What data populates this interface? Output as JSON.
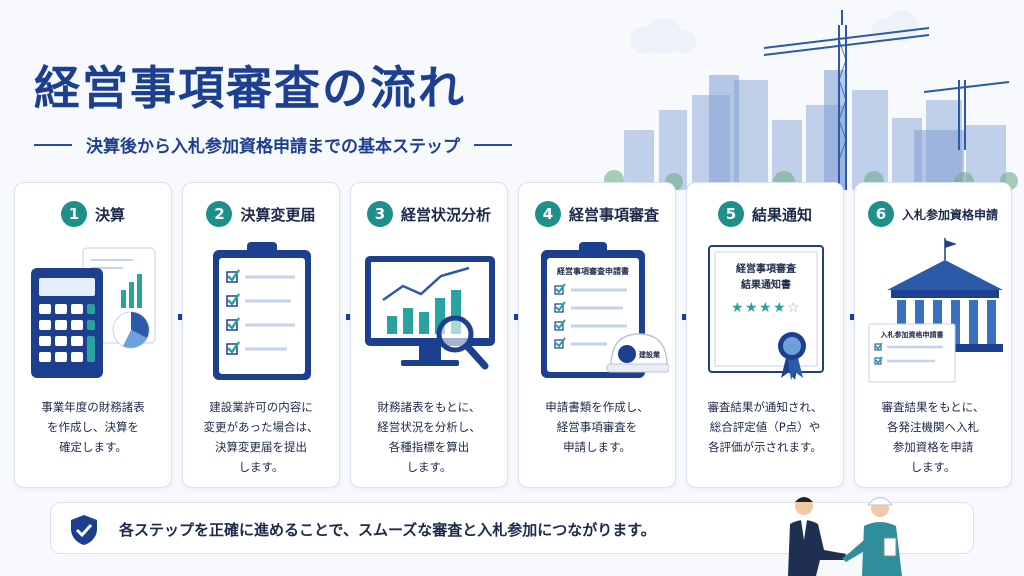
{
  "header": {
    "title": "経営事項審査の流れ",
    "subtitle": "決算後から入札参加資格申請までの基本ステップ"
  },
  "steps": [
    {
      "number": "1",
      "title": "決算",
      "description": "事業年度の財務諸表\nを作成し、決算を\n確定します。"
    },
    {
      "number": "2",
      "title": "決算変更届",
      "description": "建設業許可の内容に\n変更があった場合は、\n決算変更届を提出\nします。"
    },
    {
      "number": "3",
      "title": "経営状況分析",
      "description": "財務諸表をもとに、\n経営状況を分析し、\n各種指標を算出\nします。"
    },
    {
      "number": "4",
      "title": "経営事項審査",
      "description": "申請書類を作成し、\n経営事項審査を\n申請します。",
      "document_label": "経営事項審査申請書",
      "helmet_label": "建設業"
    },
    {
      "number": "5",
      "title": "結果通知",
      "description": "審査結果が通知され、\n総合評定値（P点）や\n各評価が示されます。",
      "certificate_line1": "経営事項審査",
      "certificate_line2": "結果通知書",
      "rating": "4 of 5"
    },
    {
      "number": "6",
      "title": "入札参加資格申請",
      "description": "審査結果をもとに、\n各発注機関へ入札\n参加資格を申請\nします。",
      "document_label": "入札参加資格申請書"
    }
  ],
  "footer": {
    "message": "各ステップを正確に進めることで、スムーズな審査と入札参加につながります。"
  },
  "colors": {
    "title": "#1d3f8f",
    "accent_teal": "#1f8f8a",
    "arrow": "#1d3f8f"
  },
  "icons": [
    "calculator-icon",
    "checklist-icon",
    "monitor-chart-icon",
    "magnifier-icon",
    "helmet-icon",
    "certificate-icon",
    "ribbon-icon",
    "government-building-icon",
    "shield-check-icon",
    "arrow-right-icon"
  ]
}
